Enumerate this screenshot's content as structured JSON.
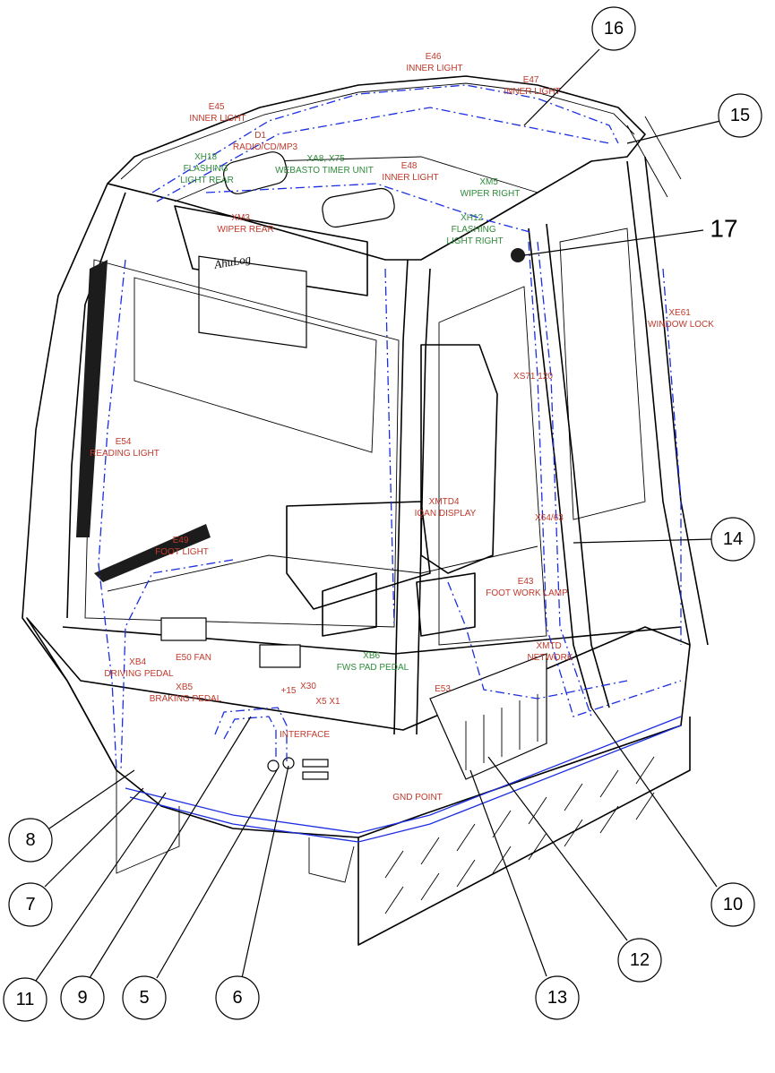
{
  "component_labels": [
    {
      "id": "E46",
      "lines": [
        "E46",
        "INNER LIGHT"
      ],
      "color": "red"
    },
    {
      "id": "E47",
      "lines": [
        "E47",
        "INNER LIGHT"
      ],
      "color": "red"
    },
    {
      "id": "E45",
      "lines": [
        "E45",
        "INNER LIGHT"
      ],
      "color": "red"
    },
    {
      "id": "D1",
      "lines": [
        "D1",
        "RADIO/CD/MP3"
      ],
      "color": "red"
    },
    {
      "id": "XH18",
      "lines": [
        "XH18",
        "FLASHING",
        "LIGHT REAR"
      ],
      "color": "green"
    },
    {
      "id": "XA8",
      "lines": [
        "XA8, X75",
        "WEBASTO TIMER UNIT"
      ],
      "color": "green"
    },
    {
      "id": "E48",
      "lines": [
        "E48",
        "INNER LIGHT"
      ],
      "color": "red"
    },
    {
      "id": "XM5",
      "lines": [
        "XM5",
        "WIPER RIGHT"
      ],
      "color": "green"
    },
    {
      "id": "XM3",
      "lines": [
        "XM3",
        "WIPER REAR"
      ],
      "color": "red"
    },
    {
      "id": "XH12",
      "lines": [
        "XH12",
        "FLASHING",
        "LIGHT RIGHT"
      ],
      "color": "green"
    },
    {
      "id": "XE61",
      "lines": [
        "XE61",
        "WINDOW LOCK"
      ],
      "color": "red"
    },
    {
      "id": "XS71",
      "lines": [
        "XS71 120"
      ],
      "color": "red"
    },
    {
      "id": "E54",
      "lines": [
        "E54",
        "READING LIGHT"
      ],
      "color": "red"
    },
    {
      "id": "XMTD4",
      "lines": [
        "XMTD4",
        "IQAN DISPLAY"
      ],
      "color": "red"
    },
    {
      "id": "X64",
      "lines": [
        "X64/63"
      ],
      "color": "red"
    },
    {
      "id": "E49",
      "lines": [
        "E49",
        "FOOT LIGHT"
      ],
      "color": "red"
    },
    {
      "id": "E43",
      "lines": [
        "E43",
        "FOOT WORK LAMP"
      ],
      "color": "red"
    },
    {
      "id": "XB4",
      "lines": [
        "XB4",
        "DRIVING PEDAL"
      ],
      "color": "red"
    },
    {
      "id": "E50",
      "lines": [
        "E50 FAN"
      ],
      "color": "red"
    },
    {
      "id": "XB6",
      "lines": [
        "XB6",
        "FWS PAD PEDAL"
      ],
      "color": "green"
    },
    {
      "id": "XMTD",
      "lines": [
        "XMTD",
        "NETWORK"
      ],
      "color": "red"
    },
    {
      "id": "XB5",
      "lines": [
        "XB5",
        "BRAKING PEDAL"
      ],
      "color": "red"
    },
    {
      "id": "P15",
      "lines": [
        "+15"
      ],
      "color": "red"
    },
    {
      "id": "X5",
      "lines": [
        "X5 X1"
      ],
      "color": "red"
    },
    {
      "id": "X30",
      "lines": [
        "X30"
      ],
      "color": "red"
    },
    {
      "id": "E53",
      "lines": [
        "E53"
      ],
      "color": "red"
    },
    {
      "id": "INTERFACE",
      "lines": [
        "INTERFACE"
      ],
      "color": "red"
    },
    {
      "id": "GND",
      "lines": [
        "GND POINT"
      ],
      "color": "red"
    }
  ],
  "callouts": [
    "16",
    "15",
    "17",
    "14",
    "8",
    "7",
    "11",
    "9",
    "5",
    "6",
    "13",
    "12",
    "10"
  ],
  "logo_text": "AhuLog",
  "colors": {
    "label_red": "#c0392b",
    "label_green": "#2e8b3a",
    "wiring_blue": "#1a2ee0",
    "outline": "#000000"
  }
}
